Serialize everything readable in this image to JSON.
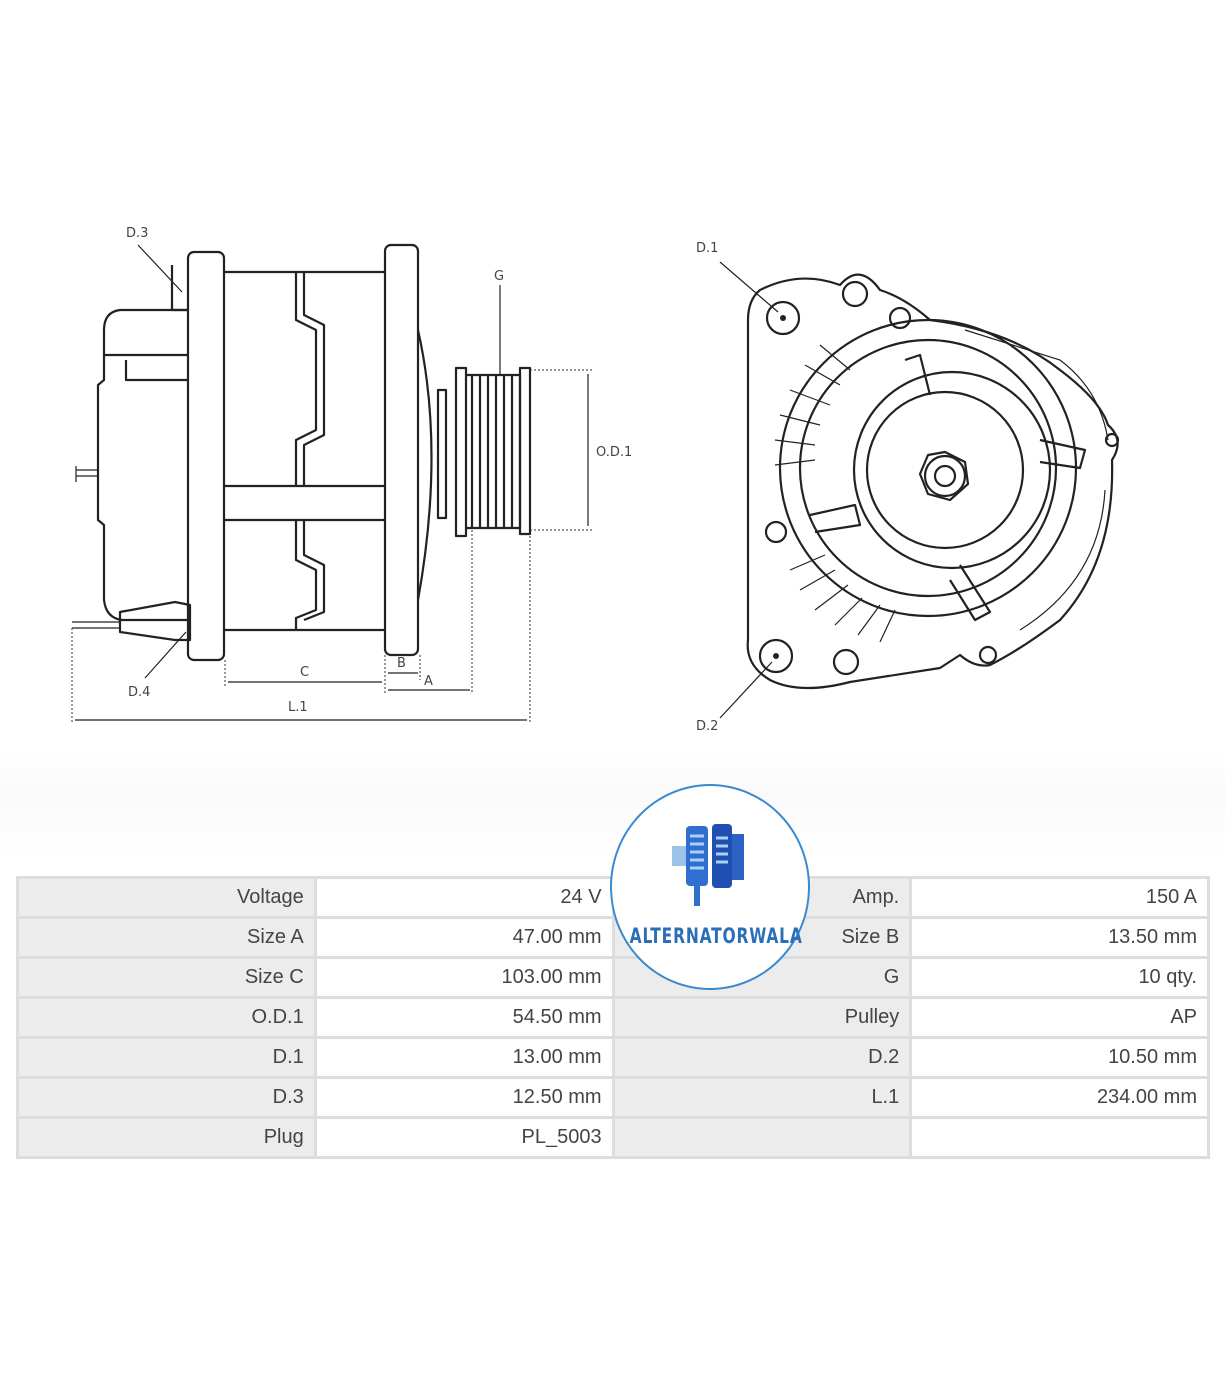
{
  "diagram": {
    "labels": {
      "d3": "D.3",
      "d4": "D.4",
      "g": "G",
      "od1": "O.D.1",
      "c": "C",
      "b": "B",
      "a": "A",
      "l1": "L.1",
      "d1": "D.1",
      "d2": "D.2"
    }
  },
  "logo": {
    "text": "ALTERNATORWALA"
  },
  "specs": [
    {
      "k1": "Voltage",
      "v1": "24 V",
      "k2": "Amp.",
      "v2": "150 A"
    },
    {
      "k1": "Size A",
      "v1": "47.00 mm",
      "k2": "Size B",
      "v2": "13.50 mm"
    },
    {
      "k1": "Size C",
      "v1": "103.00 mm",
      "k2": "G",
      "v2": "10 qty."
    },
    {
      "k1": "O.D.1",
      "v1": "54.50 mm",
      "k2": "Pulley",
      "v2": "AP"
    },
    {
      "k1": "D.1",
      "v1": "13.00 mm",
      "k2": "D.2",
      "v2": "10.50 mm"
    },
    {
      "k1": "D.3",
      "v1": "12.50 mm",
      "k2": "L.1",
      "v2": "234.00 mm"
    },
    {
      "k1": "Plug",
      "v1": "PL_5003",
      "k2": "",
      "v2": ""
    }
  ]
}
